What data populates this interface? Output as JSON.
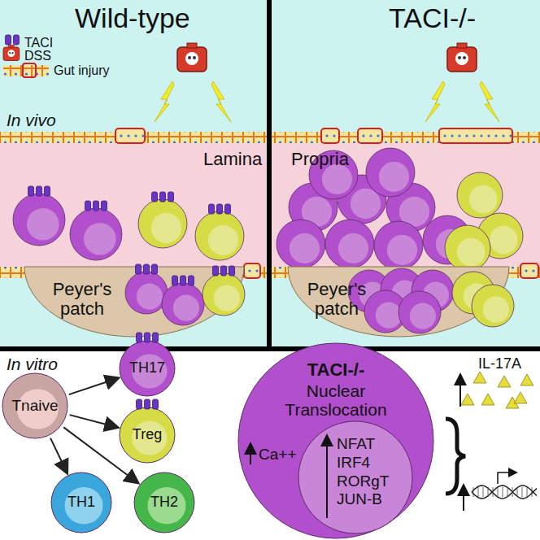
{
  "diagram": {
    "nodes": [
      {
        "text": [
          "Peyer's patch"
        ]
      },
      {
        "text": [
          "Peyer's patch"
        ]
      },
      {
        "text": [
          "Tnaive"
        ]
      },
      {
        "text": [
          "TH17"
        ]
      },
      {
        "text": [
          "Treg"
        ]
      },
      {
        "text": [
          "TH1"
        ]
      },
      {
        "text": [
          "TH2"
        ]
      },
      {
        "text": [
          "TACI-/-",
          "Nuclear Translocation",
          "Ca++"
        ]
      },
      {
        "text": [
          "NFAT IRF4 RORgT JUN-B"
        ],
        "in": 7
      }
    ],
    "edges": [
      {
        "from": 2,
        "to": 3,
        "arrow": "to"
      },
      {
        "from": 2,
        "to": 4,
        "arrow": "to"
      },
      {
        "from": 2,
        "to": 5,
        "arrow": "to"
      },
      {
        "from": 2,
        "to": 6,
        "arrow": "to"
      }
    ],
    "labels": [
      "Wild-type",
      "TACI-/-",
      "In vivo",
      "Lamina",
      "Propria",
      "In vitro",
      "IL-17A"
    ],
    "legend": [
      {
        "text": "TACI"
      },
      {
        "text": "DSS"
      },
      {
        "text": "Gut injury"
      }
    ]
  }
}
